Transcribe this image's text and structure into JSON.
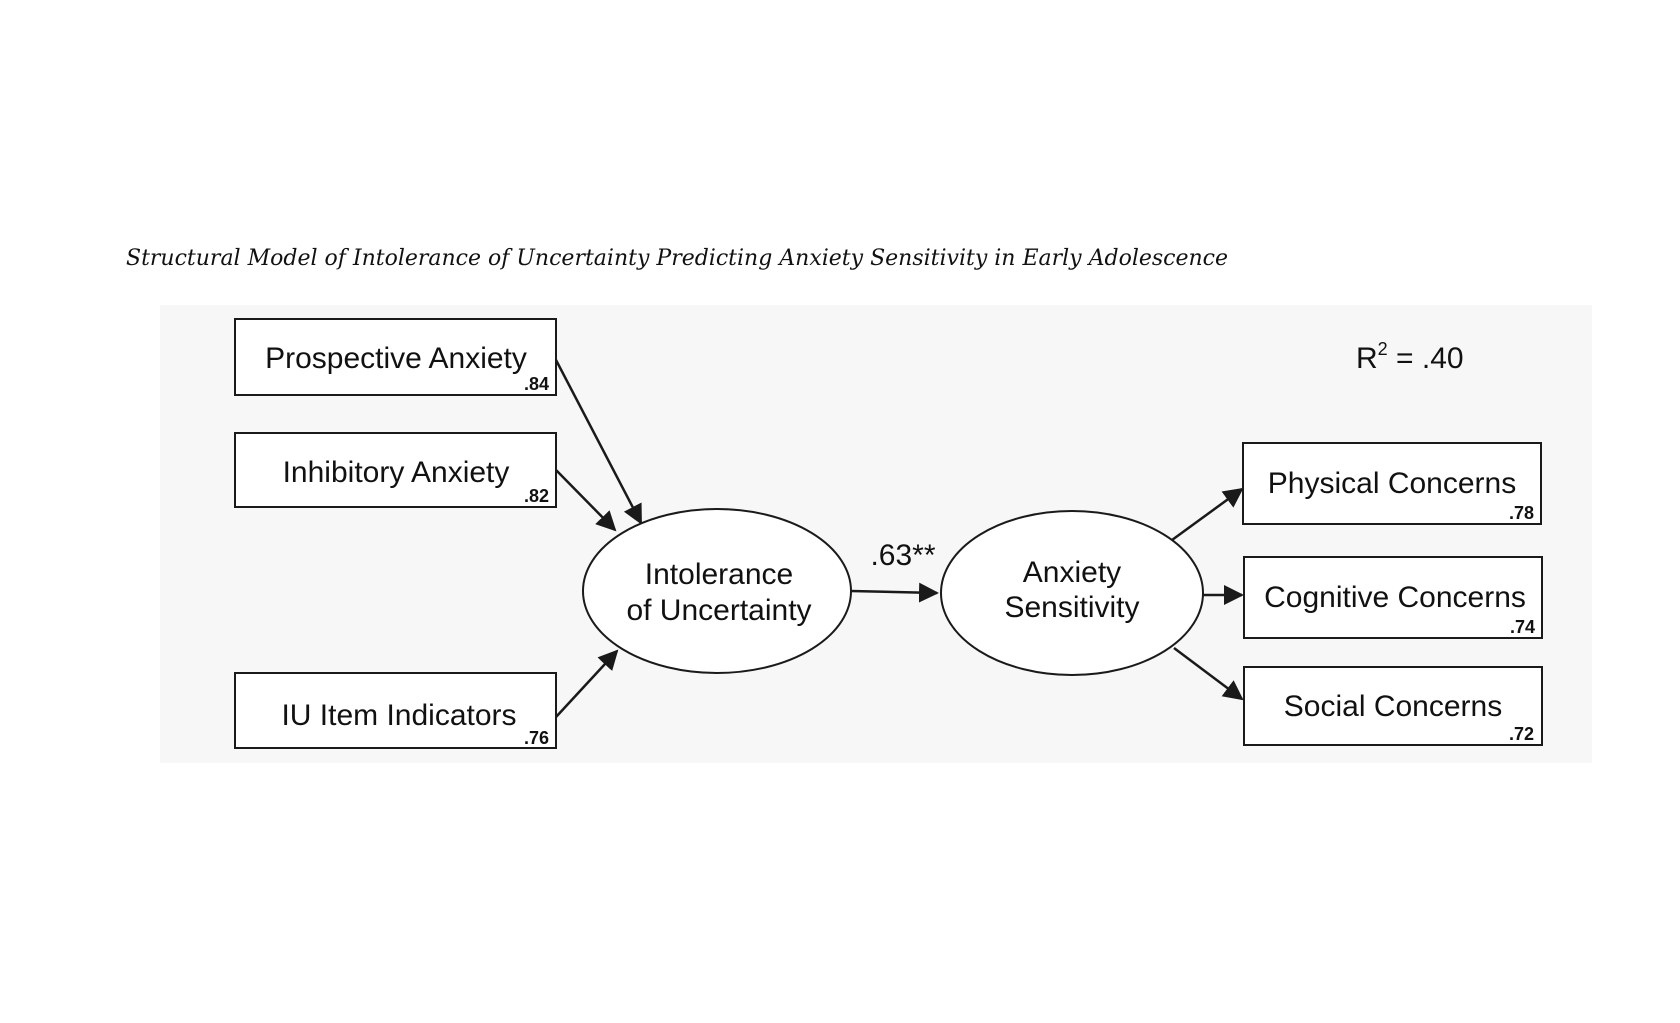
{
  "caption": "Structural Model of Intolerance of Uncertainty Predicting Anxiety Sensitivity in Early Adolescence",
  "indicators_left": [
    {
      "label": "Prospective Anxiety",
      "loading": ".84"
    },
    {
      "label": "Inhibitory Anxiety",
      "loading": ".82"
    },
    {
      "label": "IU Item Indicators",
      "loading": ".76"
    }
  ],
  "latent_iu": {
    "line1": "Intolerance",
    "line2": "of Uncertainty"
  },
  "latent_as": {
    "line1": "Anxiety",
    "line2": "Sensitivity"
  },
  "path_coefficient": ".63**",
  "r_squared": {
    "prefix": "R",
    "sup": "2",
    "rest": " = .40"
  },
  "indicators_right": [
    {
      "label": "Physical Concerns",
      "loading": ".78"
    },
    {
      "label": "Cognitive Concerns",
      "loading": ".74"
    },
    {
      "label": "Social Concerns",
      "loading": ".72"
    }
  ],
  "colors": {
    "stroke": "#1a1a1a",
    "panel": "#f7f7f7",
    "text": "#111111"
  }
}
